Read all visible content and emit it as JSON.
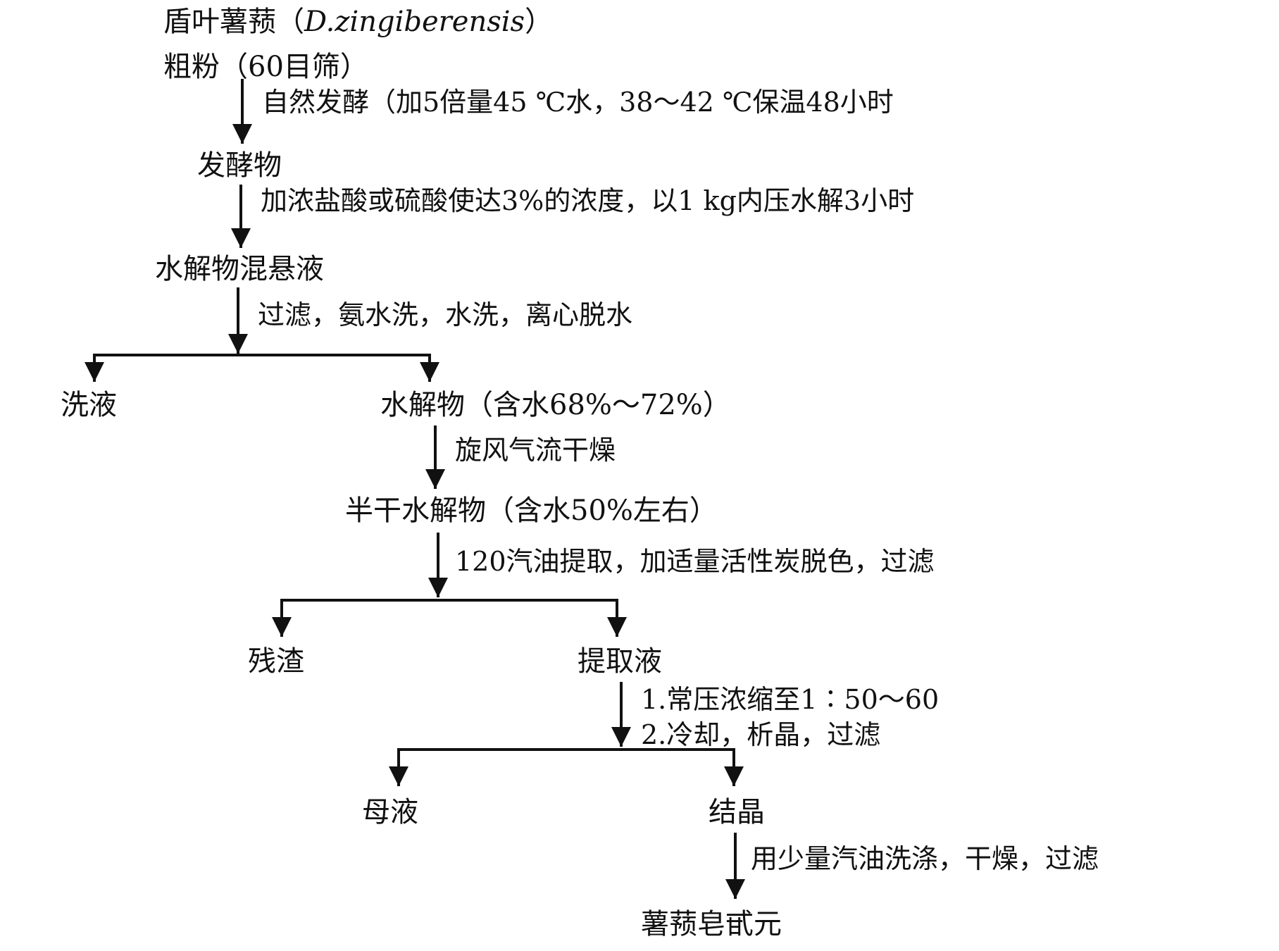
{
  "nodes": {
    "n_source": "盾叶薯蓣（",
    "n_source_latin": "D.zingiberensis",
    "n_source_close": "）",
    "n_powder": "粗粉（60目筛）",
    "n_ferment": "发酵物",
    "n_suspension": "水解物混悬液",
    "n_wash": "洗液",
    "n_hydrolysate": "水解物（含水68%～72%）",
    "n_semidry": "半干水解物（含水50%左右）",
    "n_residue": "残渣",
    "n_extract": "提取液",
    "n_mother": "母液",
    "n_crystal": "结晶",
    "n_product": "薯蓣皂甙元"
  },
  "steps": {
    "s1": "自然发酵（加5倍量45 ℃水，38～42 ℃保温48小时",
    "s2": "加浓盐酸或硫酸使达3%的浓度，以1 kg内压水解3小时",
    "s3": "过滤，氨水洗，水洗，离心脱水",
    "s4": "旋风气流干燥",
    "s5": "120汽油提取，加适量活性炭脱色，过滤",
    "s6a": "1.常压浓缩至1∶50～60",
    "s6b": "2.冷却，析晶，过滤",
    "s7": "用少量汽油洗涤，干燥，过滤"
  }
}
